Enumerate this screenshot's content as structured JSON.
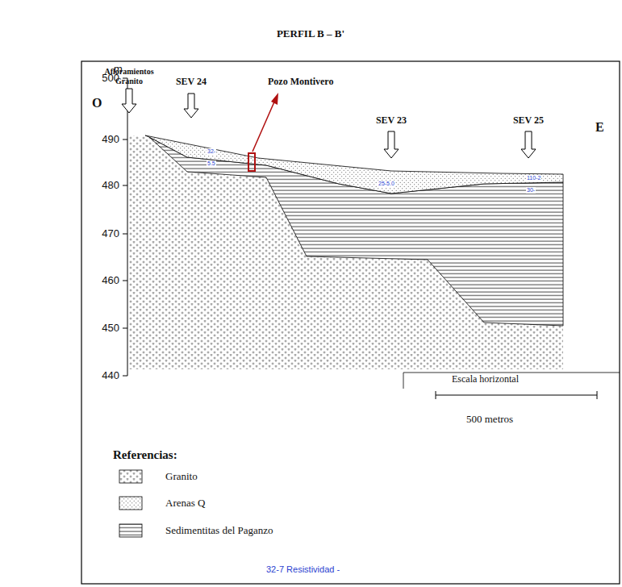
{
  "diagram": {
    "title": "PERFIL B – B'",
    "labels": [
      "m",
      "500",
      "490",
      "480",
      "470",
      "460",
      "450",
      "440",
      "O",
      "E",
      "Afloramientos Granito",
      "SEV 24",
      "Pozo Montivero",
      "SEV 23",
      "SEV 25",
      "32-",
      "5.5",
      "25-5.0",
      "110-2",
      "30-",
      "Escala horizontal",
      "500 metros",
      "Referencias:",
      "32-7 Resistividad -"
    ],
    "legend": [
      {
        "text": "Granito"
      },
      {
        "text": "Arenas Q"
      },
      {
        "text": "Sedimentitas del Paganzo"
      }
    ]
  }
}
